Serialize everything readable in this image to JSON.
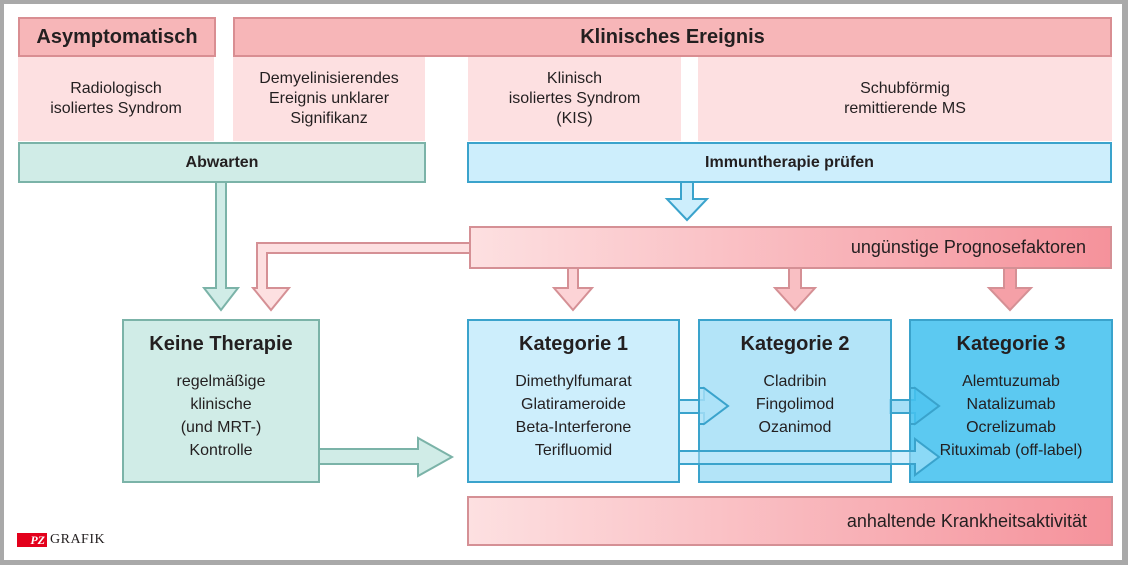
{
  "header": {
    "asymptomatic": "Asymptomatisch",
    "clinical_event": "Klinisches Ereignis"
  },
  "conditions": [
    "Radiologisch\nisoliertes Syndrom",
    "Demyelinisierendes\nEreignis unklarer\nSignifikanz",
    "Klinisch\nisoliertes Syndrom\n(KIS)",
    "Schubförmig\nremittierende MS"
  ],
  "actions": {
    "wait": "Abwarten",
    "check_immunotherapy": "Immuntherapie prüfen"
  },
  "prognosis_bar": "ungünstige Prognosefaktoren",
  "no_therapy": {
    "title": "Keine Therapie",
    "text": "regelmäßige\nklinische\n(und MRT-)\nKontrolle"
  },
  "categories": [
    {
      "title": "Kategorie 1",
      "drugs": "Dimethylfumarat\nGlatirameroide\nBeta-Interferone\nTerifluomid",
      "color": "#cdeefc"
    },
    {
      "title": "Kategorie 2",
      "drugs": "Cladribin\nFingolimod\nOzanimod",
      "color": "#a6dff7"
    },
    {
      "title": "Kategorie 3",
      "drugs": "Alemtuzumab\nNatalizumab\nOcrelizumab\nRituximab (off-label)",
      "color": "#45c2ef"
    }
  ],
  "activity_bar": "anhaltende Krankheitsaktivität",
  "logo": {
    "mark": "PZ",
    "text": "GRAFIK"
  },
  "colors": {
    "pink_header": "#f7b6b8",
    "pink_light": "#fde0e1",
    "green": "#d0ece7",
    "blue_border": "#3aa3cc"
  }
}
